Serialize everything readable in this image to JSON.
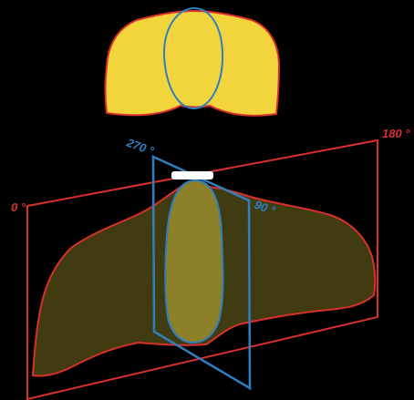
{
  "colors": {
    "background": "#000000",
    "top_shape_fill": "#f2d43d",
    "top_shape_stroke": "#d9302c",
    "inner_outline": "#2f7fc0",
    "large_shape_fill": "#413b12",
    "inner_fill": "#8c8128",
    "red_plane": "#d9302c",
    "blue_plane": "#2f7fc0",
    "marker": "#ffffff"
  },
  "labels": {
    "red_left": "0 °",
    "red_right": "180 °",
    "blue_top": "270 °",
    "blue_right": "90 °"
  }
}
